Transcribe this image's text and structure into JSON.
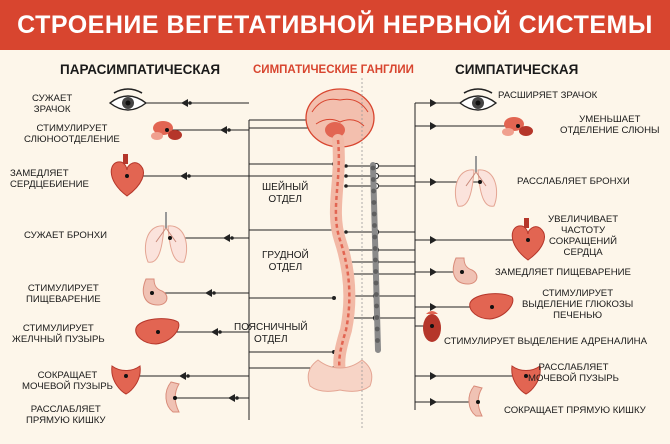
{
  "title": "СТРОЕНИЕ ВЕГЕТАТИВНОЙ НЕРВНОЙ СИСТЕМЫ",
  "headings": {
    "parasympathetic": "ПАРАСИМПАТИЧЕСКАЯ",
    "ganglia": "СИМПАТИЧЕСКИЕ ГАНГЛИИ",
    "sympathetic": "СИМПАТИЧЕСКАЯ"
  },
  "spine_sections": {
    "cervical": [
      "ШЕЙНЫЙ",
      "ОТДЕЛ"
    ],
    "thoracic": [
      "ГРУДНОЙ",
      "ОТДЕЛ"
    ],
    "lumbar": [
      "ПОЯСНИЧНЫЙ",
      "ОТДЕЛ"
    ]
  },
  "parasympathetic": [
    {
      "lines": [
        "СУЖАЕТ",
        "ЗРАЧОК"
      ],
      "organ": "eye-icon"
    },
    {
      "lines": [
        "СТИМУЛИРУЕТ",
        "СЛЮНООТДЕЛЕНИЕ"
      ],
      "organ": "salivary-glands-icon"
    },
    {
      "lines": [
        "ЗАМЕДЛЯЕТ",
        "СЕРДЦЕБИЕНИЕ"
      ],
      "organ": "heart-icon"
    },
    {
      "lines": [
        "СУЖАЕТ БРОНХИ"
      ],
      "organ": "lungs-icon"
    },
    {
      "lines": [
        "СТИМУЛИРУЕТ",
        "ПИЩЕВАРЕНИЕ"
      ],
      "organ": "stomach-icon"
    },
    {
      "lines": [
        "СТИМУЛИРУЕТ",
        "ЖЕЛЧНЫЙ ПУЗЫРЬ"
      ],
      "organ": "liver-icon"
    },
    {
      "lines": [
        "СОКРАЩАЕТ",
        "МОЧЕВОЙ ПУЗЫРЬ"
      ],
      "organ": "bladder-icon"
    },
    {
      "lines": [
        "РАССЛАБЛЯЕТ",
        "ПРЯМУЮ КИШКУ"
      ],
      "organ": "rectum-icon"
    }
  ],
  "sympathetic": [
    {
      "lines": [
        "РАСШИРЯЕТ ЗРАЧОК"
      ],
      "organ": "eye-icon"
    },
    {
      "lines": [
        "УМЕНЬШАЕТ",
        "ОТДЕЛЕНИЕ СЛЮНЫ"
      ],
      "organ": "salivary-glands-icon"
    },
    {
      "lines": [
        "РАССЛАБЛЯЕТ БРОНХИ"
      ],
      "organ": "lungs-icon"
    },
    {
      "lines": [
        "УВЕЛИЧИВАЕТ",
        "ЧАСТОТУ",
        "СОКРАЩЕНИЙ",
        "СЕРДЦА"
      ],
      "organ": "heart-icon"
    },
    {
      "lines": [
        "ЗАМЕДЛЯЕТ ПИЩЕВАРЕНИЕ"
      ],
      "organ": "stomach-icon"
    },
    {
      "lines": [
        "СТИМУЛИРУЕТ",
        "ВЫДЕЛЕНИЕ ГЛЮКОЗЫ",
        "ПЕЧЕНЬЮ"
      ],
      "organ": "liver-icon"
    },
    {
      "lines": [
        "СТИМУЛИРУЕТ ВЫДЕЛЕНИЕ АДРЕНАЛИНА"
      ],
      "organ": "adrenal-kidney-icon"
    },
    {
      "lines": [
        "РАССЛАБЛЯЕТ",
        "МОЧЕВОЙ ПУЗЫРЬ"
      ],
      "organ": "bladder-icon"
    },
    {
      "lines": [
        "СОКРАЩАЕТ ПРЯМУЮ КИШКУ"
      ],
      "organ": "rectum-icon"
    }
  ],
  "colors": {
    "accent": "#d8452f",
    "organ": "#e26552",
    "organ_dark": "#b5362a",
    "spine": "#f2b9a6",
    "ganglia": "#8a8a8a",
    "line": "#222222",
    "background": "#fdf6ea"
  }
}
